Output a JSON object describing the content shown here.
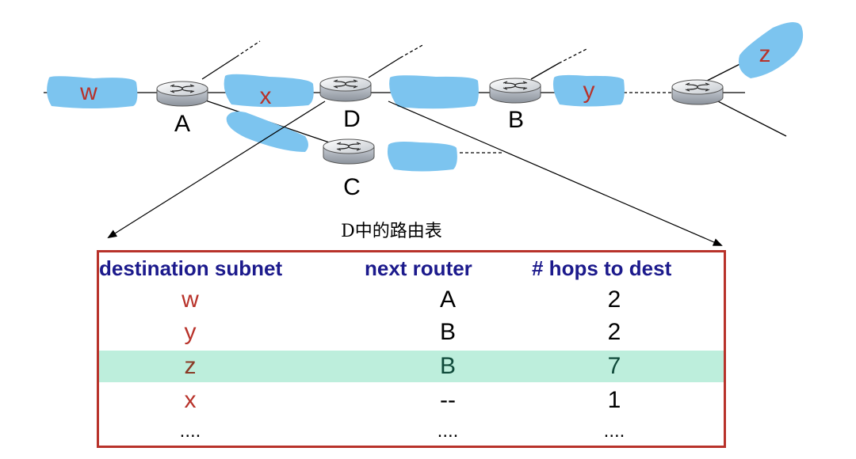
{
  "network": {
    "subnets": [
      "w",
      "x",
      "y",
      "z"
    ],
    "routers": [
      "A",
      "D",
      "B",
      "C"
    ]
  },
  "table_caption": "D中的路由表",
  "table": {
    "headers": [
      "destination subnet",
      "next  router",
      "# hops to dest"
    ],
    "rows": [
      {
        "dest": "w",
        "next": "A",
        "hops": "2",
        "highlight": false
      },
      {
        "dest": "y",
        "next": "B",
        "hops": "2",
        "highlight": false
      },
      {
        "dest": "z",
        "next": "B",
        "hops": "7",
        "highlight": true
      },
      {
        "dest": "x",
        "next": "--",
        "hops": "1",
        "highlight": false
      },
      {
        "dest": "....",
        "next": "....",
        "hops": "....",
        "highlight": false
      }
    ]
  },
  "colors": {
    "subnet_fill": "#7cc4ef",
    "subnet_text": "#b8322a",
    "table_border": "#b8322a",
    "header_text": "#1c1a8c",
    "highlight_row": "#bdeedc"
  }
}
